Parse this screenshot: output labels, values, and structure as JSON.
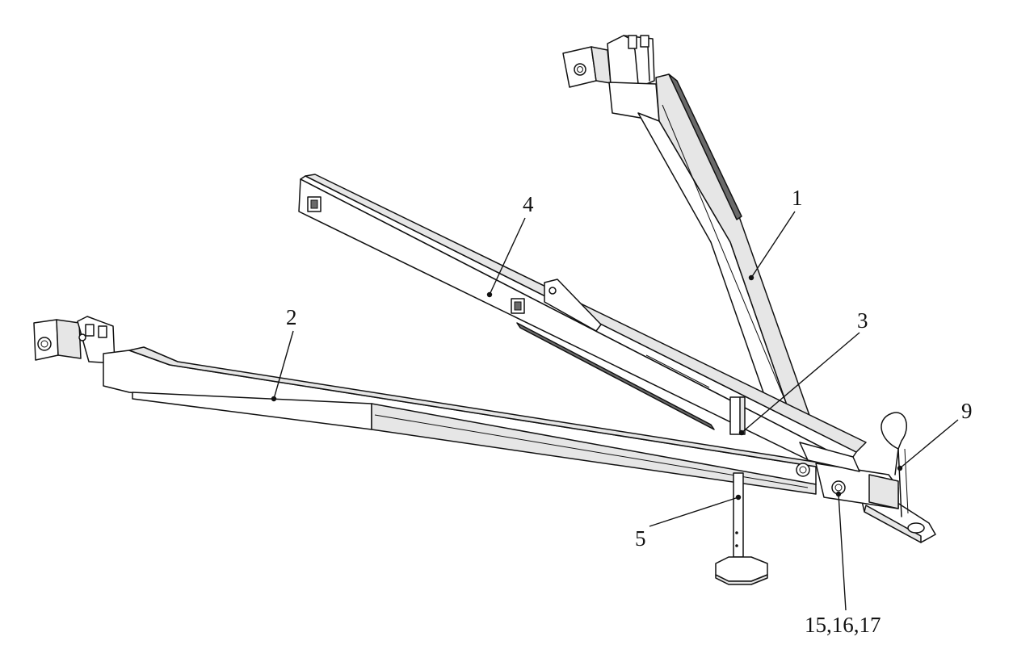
{
  "callouts": {
    "c1": "1",
    "c2": "2",
    "c3": "3",
    "c4": "4",
    "c5": "5",
    "c9": "9",
    "c15": "15,16,17"
  },
  "colors": {
    "ink": "#111111",
    "background": "#ffffff",
    "shade": "#e6e6e6",
    "shadow": "#6a6a6a"
  }
}
